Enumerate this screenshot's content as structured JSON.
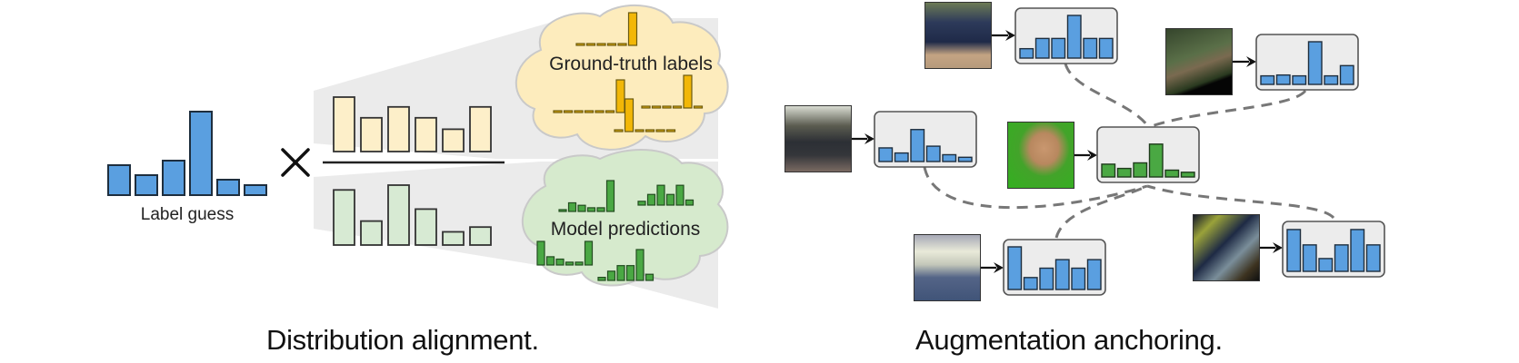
{
  "panels": {
    "left": {
      "caption": "Distribution alignment.",
      "label_guess": {
        "label": "Label guess",
        "values": [
          0.33,
          0.22,
          0.38,
          0.92,
          0.17,
          0.11
        ]
      },
      "multiply_symbol": "×",
      "numerator": {
        "values": [
          1.0,
          0.62,
          0.82,
          0.62,
          0.41,
          0.82
        ]
      },
      "denominator": {
        "values": [
          0.92,
          0.4,
          1.0,
          0.6,
          0.22,
          0.3
        ]
      },
      "ground_truth_cloud": {
        "label": "Ground-truth labels",
        "mini_charts": [
          {
            "values": [
              0.05,
              0.05,
              0.05,
              0.05,
              0.05,
              1.0
            ]
          },
          {
            "values": [
              0.05,
              0.05,
              0.05,
              0.05,
              0.05,
              0.05,
              1.0
            ]
          },
          {
            "values": [
              0.05,
              1.0,
              0.05,
              0.05,
              0.05,
              0.05
            ]
          },
          {
            "values": [
              0.05,
              0.05,
              0.05,
              0.05,
              1.0,
              0.05
            ]
          }
        ]
      },
      "predictions_cloud": {
        "label": "Model predictions",
        "mini_charts": [
          {
            "values": [
              0.05,
              0.28,
              0.2,
              0.12,
              0.12,
              1.0
            ]
          },
          {
            "values": [
              0.15,
              0.42,
              0.78,
              0.42,
              0.78,
              0.2
            ]
          },
          {
            "values": [
              1.0,
              0.35,
              0.25,
              0.12,
              0.12,
              1.0
            ]
          },
          {
            "values": [
              0.1,
              0.3,
              0.48,
              0.48,
              1.0,
              0.2
            ]
          }
        ]
      }
    },
    "right": {
      "caption": "Augmentation anchoring.",
      "anchor": {
        "image": "horse-photo-green-field",
        "values": [
          0.3,
          0.2,
          0.33,
          0.77,
          0.16,
          0.11
        ]
      },
      "augmentations": [
        {
          "image": "horse-photo-dark-blue",
          "values": [
            0.22,
            0.46,
            0.46,
            1.0,
            0.46,
            0.46
          ]
        },
        {
          "image": "horse-photo-forest",
          "values": [
            0.2,
            0.22,
            0.2,
            1.0,
            0.2,
            0.44
          ]
        },
        {
          "image": "horse-photo-black-dark",
          "values": [
            0.32,
            0.2,
            0.75,
            0.36,
            0.16,
            0.1
          ]
        },
        {
          "image": "horse-photo-white-blue",
          "values": [
            1.0,
            0.28,
            0.5,
            0.7,
            0.5,
            0.7
          ]
        },
        {
          "image": "horse-photo-colorful",
          "values": [
            0.98,
            0.62,
            0.3,
            0.62,
            0.98,
            0.62
          ]
        }
      ]
    }
  },
  "colors": {
    "guess_blue": "#5a9fe0",
    "numerator_fill": "#fdefc9",
    "denominator_fill": "#d7ead3",
    "gt_gold": "#f2b707",
    "pred_green": "#4aa843",
    "cloud_yellow": "#fdecbd",
    "cloud_green": "#d6eacd",
    "box_gray": "#ececec",
    "dash_gray": "#777777"
  }
}
